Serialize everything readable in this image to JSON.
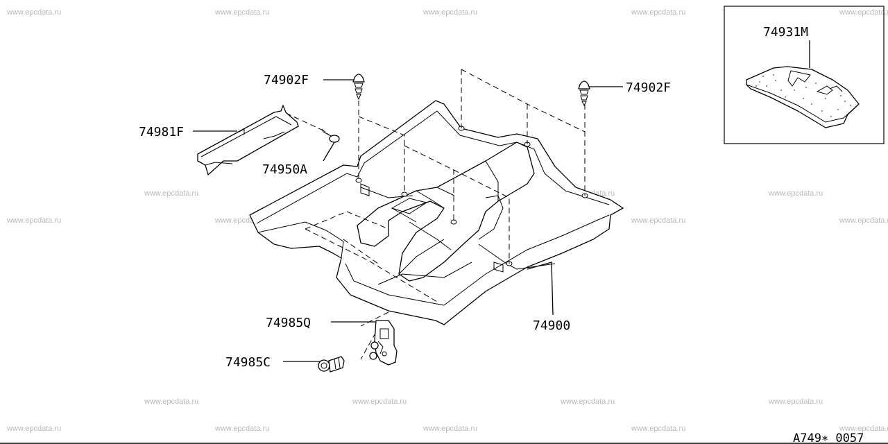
{
  "watermark": "www.epcdata.ru",
  "labels": {
    "clip_left": "74902F",
    "clip_right": "74902F",
    "finisher": "74981F",
    "screw": "74950A",
    "carpet": "74900",
    "bracket": "74985Q",
    "clip_bottom": "74985C",
    "inset": "74931M"
  },
  "diagram_code": "A749∗ 0057"
}
